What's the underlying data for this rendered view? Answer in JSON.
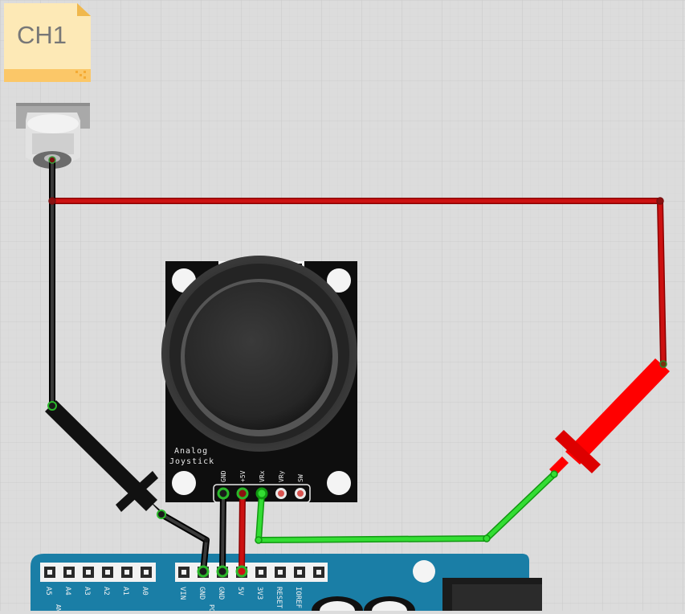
{
  "probe": {
    "channel_label": "CH1"
  },
  "joystick": {
    "title_line1": "Analog",
    "title_line2": "Joystick",
    "pins": [
      "GND",
      "+5V",
      "VRx",
      "VRy",
      "SW"
    ]
  },
  "arduino": {
    "analog_pins": [
      "A5",
      "A4",
      "A3",
      "A2",
      "A1",
      "A0"
    ],
    "analog_header_label": "ANALOG IN",
    "power_pins": [
      "VIN",
      "GND",
      "GND",
      "5V",
      "3V3",
      "RESET",
      "IOREF"
    ],
    "power_header_label": "POWER"
  },
  "colors": {
    "canvas_bg": "#dcdcdc",
    "grid_line": "#cbcbcb",
    "wire_black": "#1c1c1c",
    "wire_red": "#cc1111",
    "wire_green": "#22bb22",
    "probe_red": "#ff0000",
    "board_blue": "#1a7ea6",
    "module_black": "#111111",
    "tag_orange": "#fbc768",
    "tag_orange_light": "#fde9b6"
  }
}
